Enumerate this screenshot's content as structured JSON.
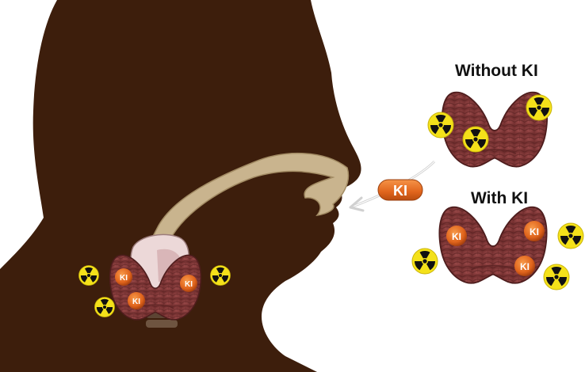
{
  "labels": {
    "without": "Without KI",
    "with": "With KI"
  },
  "pill": {
    "text": "KI"
  },
  "ki_badge_text": "KI",
  "colors": {
    "silhouette": "#3d1e0c",
    "thyroid": "#8a3a3a",
    "thyroid_dark": "#5a2222",
    "ki_orange": "#e0641c",
    "radiation_yellow": "#f4e11a",
    "airflow": "#c9b48e",
    "background": "#ffffff"
  },
  "icons": {
    "radiation": "radiation-trefoil-icon",
    "ki": "potassium-iodide-badge-icon",
    "arrow": "inhale-arrow-icon"
  }
}
